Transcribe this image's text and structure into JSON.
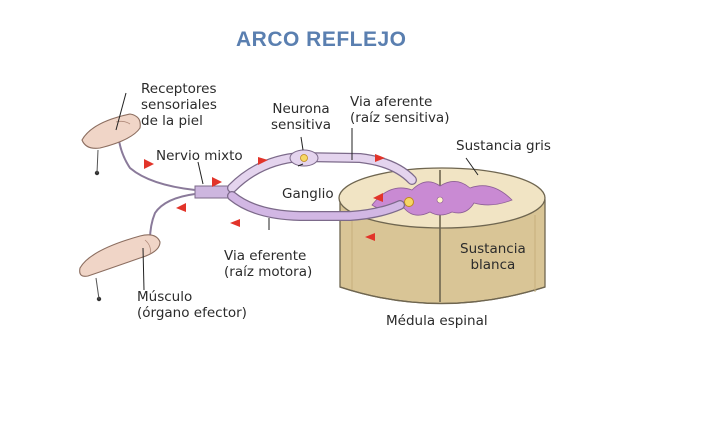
{
  "title": "ARCO REFLEJO",
  "labels": {
    "receptores": [
      "Receptores",
      "sensoriales",
      "de la piel"
    ],
    "neurona": [
      "Neurona",
      "sensitiva"
    ],
    "via_aferente": [
      "Via aferente",
      "(raíz sensitiva)"
    ],
    "nervio_mixto": "Nervio mixto",
    "sustancia_gris": "Sustancia gris",
    "ganglio": "Ganglio",
    "via_eferente": [
      "Via eferente",
      "(raíz motora)"
    ],
    "sustancia_blanca": [
      "Sustancia",
      "blanca"
    ],
    "musculo": [
      "Músculo",
      "(órgano efector)"
    ],
    "medula": "Médula espinal"
  },
  "colors": {
    "title": "#5a7fb0",
    "nerve": "#cdb6df",
    "nerve_outline": "#7c6a8a",
    "arrow": "#e2342a",
    "gray_matter": "#c98ad3",
    "white_matter": "#f1e4c4",
    "cord_side": "#d9c596",
    "skin": "#f0d5c7"
  }
}
